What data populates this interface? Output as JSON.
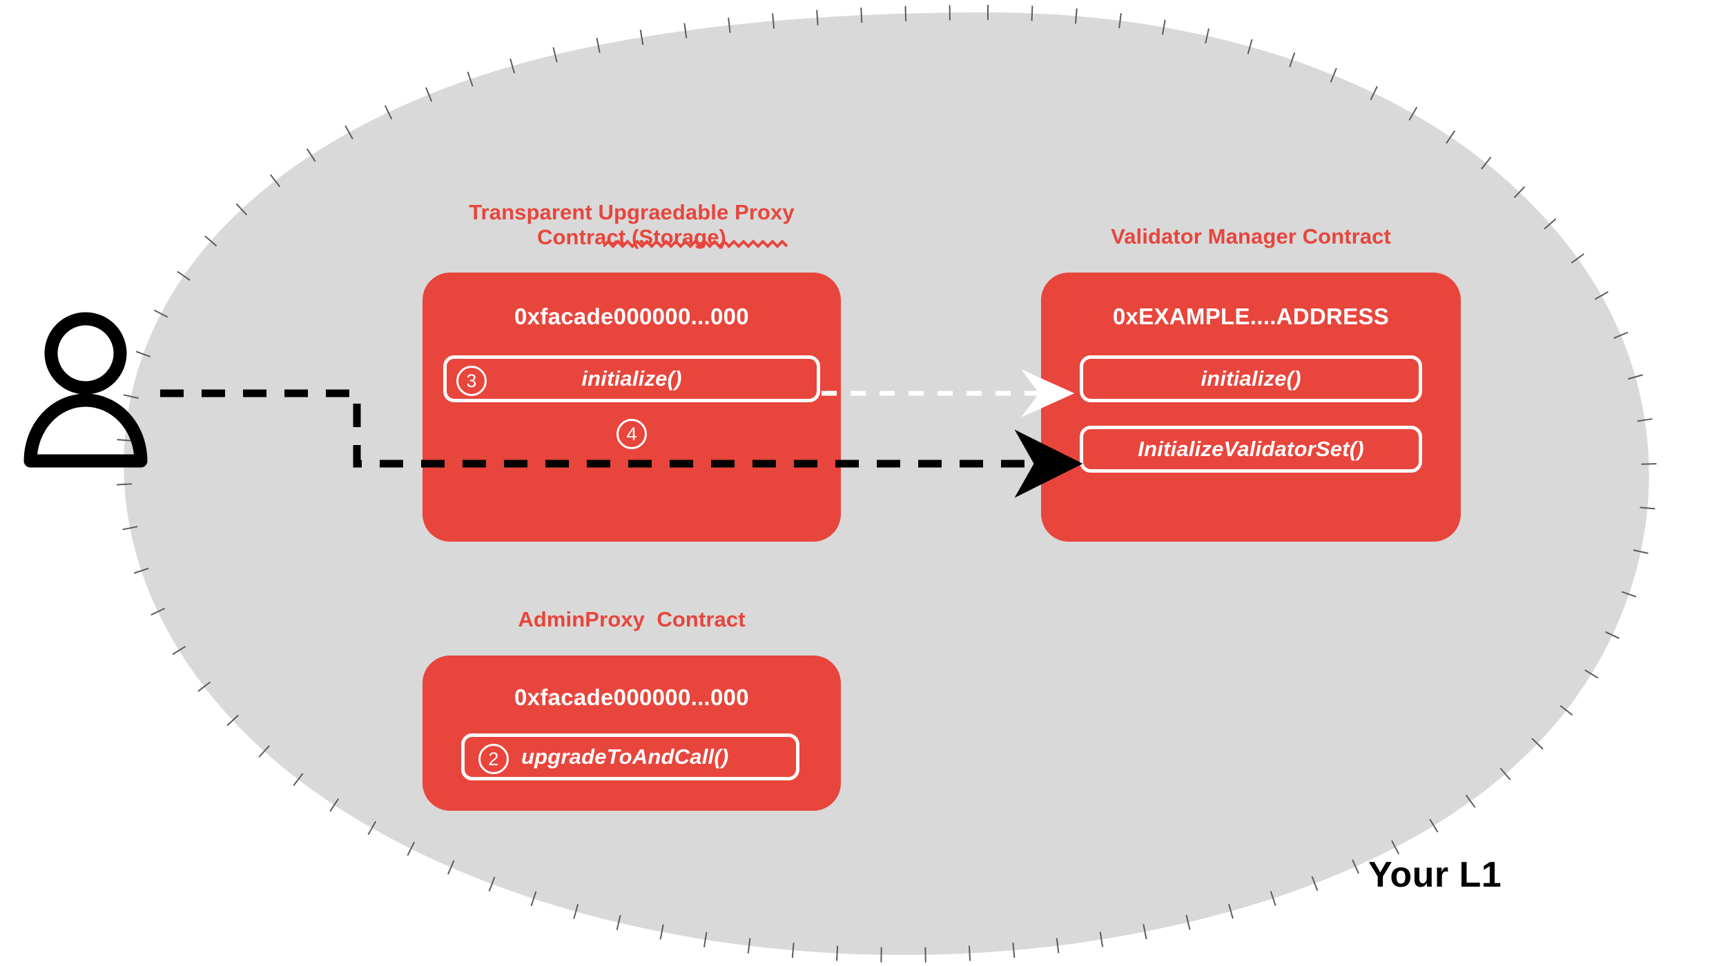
{
  "diagram": {
    "region": {
      "label": "Your L1"
    },
    "actor": {
      "name": "user-actor",
      "icon": "person-icon"
    },
    "colors": {
      "contract_red": "#e8453c",
      "region_fill": "#d9d9d9",
      "region_border": "#5a5a5a",
      "edge_black": "#000000",
      "edge_white": "#ffffff",
      "label_black": "#000000"
    },
    "contracts": [
      {
        "id": "transparent-upgradeable-proxy",
        "title": "Transparent Upgraedable Proxy\nContract (Storage)",
        "title_misspelled_word": "Upgraedable",
        "address": "0xfacade000000...000",
        "methods": [
          {
            "name": "initialize()",
            "step": "3"
          }
        ],
        "floating_step": "4"
      },
      {
        "id": "validator-manager",
        "title": "Validator Manager Contract",
        "address": "0xEXAMPLE....ADDRESS",
        "methods": [
          {
            "name": "initialize()",
            "step": ""
          },
          {
            "name": "InitializeValidatorSet()",
            "step": ""
          }
        ],
        "floating_step": ""
      },
      {
        "id": "admin-proxy",
        "title": "AdminProxy  Contract",
        "address": "0xfacade000000...000",
        "methods": [
          {
            "name": "upgradeToAndCall()",
            "step": "2"
          }
        ],
        "floating_step": ""
      }
    ],
    "edges": [
      {
        "id": "user-to-validator-set",
        "style": "dashed-black-solid-arrowhead",
        "from": "user-actor",
        "to": "InitializeValidatorSet()"
      },
      {
        "id": "proxy-initialize-to-manager-initialize",
        "style": "dashed-white-open-arrowhead",
        "from": "initialize()",
        "to": "initialize()"
      }
    ]
  }
}
